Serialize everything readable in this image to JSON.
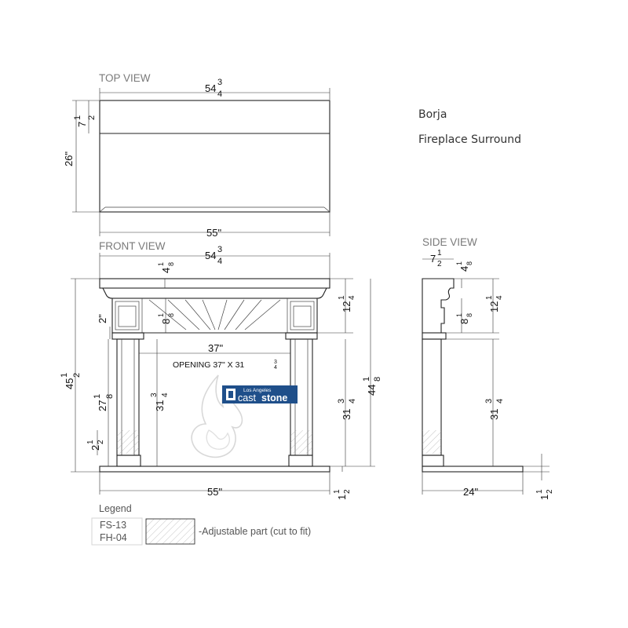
{
  "title": {
    "name": "Borja",
    "subtitle": "Fireplace Surround"
  },
  "views": {
    "top": "TOP VIEW",
    "front": "FRONT VIEW",
    "side": "SIDE VIEW"
  },
  "dimensions": {
    "top_width": "54",
    "top_width_frac_num": "3",
    "top_width_frac_den": "4",
    "top_depth": "26\"",
    "top_front_depth": "7",
    "top_front_depth_frac_num": "1",
    "top_front_depth_frac_den": "2",
    "top_bottom_width": "55\"",
    "front_top_width": "54",
    "front_top_width_frac_num": "3",
    "front_top_width_frac_den": "4",
    "front_shelf_h": "4",
    "front_shelf_h_num": "1",
    "front_shelf_h_den": "8",
    "front_frieze_h": "8",
    "front_frieze_h_num": "1",
    "front_frieze_h_den": "8",
    "front_2": "2\"",
    "front_opening_w": "37\"",
    "opening": "OPENING 37\" X 31",
    "opening_num": "3",
    "opening_den": "4",
    "front_total_h": "45",
    "front_total_h_num": "1",
    "front_total_h_den": "2",
    "front_leg_h": "27",
    "front_leg_h_num": "1",
    "front_leg_h_den": "8",
    "front_adj_h": "2",
    "front_adj_h_num": "1",
    "front_adj_h_den": "2",
    "front_opening_h": "31",
    "front_opening_h_num": "3",
    "front_opening_h_den": "4",
    "front_right_opening_h": "31",
    "front_right_opening_h_num": "3",
    "front_right_opening_h_den": "4",
    "front_right_top": "12",
    "front_right_top_num": "1",
    "front_right_top_den": "4",
    "front_right_total": "44",
    "front_right_total_num": "1",
    "front_right_total_den": "8",
    "front_bottom_w": "55\"",
    "front_hearth_h": "1",
    "front_hearth_h_num": "1",
    "front_hearth_h_den": "2",
    "side_top_depth": "7",
    "side_top_depth_num": "1",
    "side_top_depth_den": "2",
    "side_shelf_h": "4",
    "side_shelf_h_num": "1",
    "side_shelf_h_den": "8",
    "side_frieze_h": "8",
    "side_frieze_h_num": "1",
    "side_frieze_h_den": "8",
    "side_upper_h": "12",
    "side_upper_h_num": "1",
    "side_upper_h_den": "4",
    "side_opening_h": "31",
    "side_opening_h_num": "3",
    "side_opening_h_den": "4",
    "side_bottom_depth": "24\"",
    "side_hearth_h": "1",
    "side_hearth_h_num": "1",
    "side_hearth_h_den": "2"
  },
  "legend": {
    "title": "Legend",
    "code1": "FS-13",
    "code2": "FH-04",
    "description": "-Adjustable part (cut to fit)"
  },
  "logo": {
    "line1": "Los Angeles",
    "line2a": "cast",
    "line2b": "stone",
    "bg_color": "#1f4f8a"
  }
}
